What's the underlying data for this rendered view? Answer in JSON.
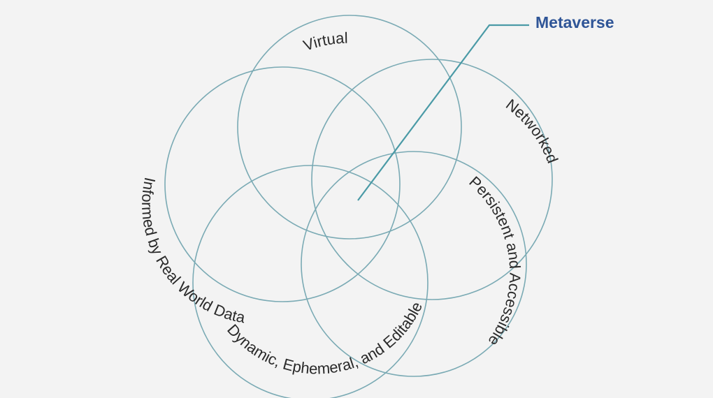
{
  "diagram": {
    "title": "Metaverse",
    "colors": {
      "background": "#f3f3f3",
      "circle_stroke": "#7aaab4",
      "leader_line": "#4a9aa6",
      "title_text": "#2f5597",
      "label_text": "#2a2a2a"
    },
    "petals": [
      {
        "label": "Virtual"
      },
      {
        "label": "Networked"
      },
      {
        "label": "Persistent and Accessible"
      },
      {
        "label": "Dynamic, Ephemeral, and Editable"
      },
      {
        "label": "Informed by Real World Data"
      }
    ]
  }
}
